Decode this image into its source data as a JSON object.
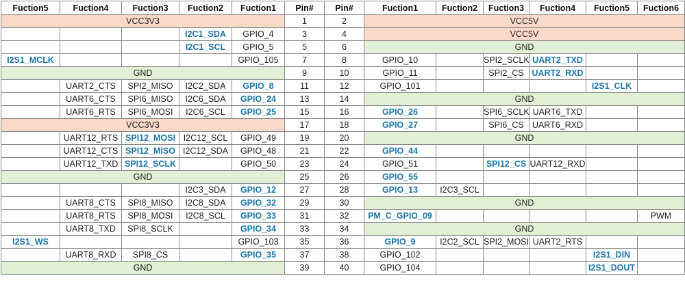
{
  "headers": [
    "Fuction5",
    "Fuction4",
    "Fuction3",
    "Fuction2",
    "Fuction1",
    "Pin#",
    "Pin#",
    "Fuction1",
    "Fuction2",
    "Fuction3",
    "Fuction4",
    "Fuction5",
    "Fuction6"
  ],
  "colors": {
    "power": "#fbd9c9",
    "ground": "#e2f1d6",
    "highlight": "#1f77a8"
  },
  "rows": [
    {
      "left": [
        {
          "text": "VCC3V3",
          "span": 5,
          "kind": "pwr"
        }
      ],
      "pins": [
        "1",
        "2"
      ],
      "right": [
        {
          "text": "VCC5V",
          "span": 6,
          "kind": "pwr"
        }
      ]
    },
    {
      "left": [
        {
          "text": ""
        },
        {
          "text": ""
        },
        {
          "text": ""
        },
        {
          "text": "I2C1_SDA",
          "hl": true
        },
        {
          "text": "GPIO_4"
        }
      ],
      "pins": [
        "3",
        "4"
      ],
      "right": [
        {
          "text": "VCC5V",
          "span": 6,
          "kind": "pwr"
        }
      ]
    },
    {
      "left": [
        {
          "text": ""
        },
        {
          "text": ""
        },
        {
          "text": ""
        },
        {
          "text": "I2C1_SCL",
          "hl": true
        },
        {
          "text": "GPIO_5"
        }
      ],
      "pins": [
        "5",
        "6"
      ],
      "right": [
        {
          "text": "GND",
          "span": 6,
          "kind": "gnd"
        }
      ]
    },
    {
      "left": [
        {
          "text": "I2S1_MCLK",
          "hl": true
        },
        {
          "text": ""
        },
        {
          "text": ""
        },
        {
          "text": ""
        },
        {
          "text": "GPIO_105"
        }
      ],
      "pins": [
        "7",
        "8"
      ],
      "right": [
        {
          "text": "GPIO_10"
        },
        {
          "text": ""
        },
        {
          "text": "SPI2_SCLK"
        },
        {
          "text": "UART2_TXD",
          "hl": true
        },
        {
          "text": ""
        },
        {
          "text": ""
        }
      ]
    },
    {
      "left": [
        {
          "text": "GND",
          "span": 5,
          "kind": "gnd"
        }
      ],
      "pins": [
        "9",
        "10"
      ],
      "right": [
        {
          "text": "GPIO_11"
        },
        {
          "text": ""
        },
        {
          "text": "SPI2_CS"
        },
        {
          "text": "UART2_RXD",
          "hl": true
        },
        {
          "text": ""
        },
        {
          "text": ""
        }
      ]
    },
    {
      "left": [
        {
          "text": ""
        },
        {
          "text": "UART2_CTS"
        },
        {
          "text": "SPI2_MISO"
        },
        {
          "text": "I2C2_SDA"
        },
        {
          "text": "GPIO_8",
          "hl": true
        }
      ],
      "pins": [
        "11",
        "12"
      ],
      "right": [
        {
          "text": "GPIO_101"
        },
        {
          "text": ""
        },
        {
          "text": ""
        },
        {
          "text": ""
        },
        {
          "text": "I2S1_CLK",
          "hl": true
        },
        {
          "text": ""
        }
      ]
    },
    {
      "left": [
        {
          "text": ""
        },
        {
          "text": "UART6_CTS"
        },
        {
          "text": "SPI6_MISO"
        },
        {
          "text": "I2C6_SDA"
        },
        {
          "text": "GPIO_24",
          "hl": true
        }
      ],
      "pins": [
        "13",
        "14"
      ],
      "right": [
        {
          "text": "GND",
          "span": 6,
          "kind": "gnd"
        }
      ]
    },
    {
      "left": [
        {
          "text": ""
        },
        {
          "text": "UART6_RTS"
        },
        {
          "text": "SPI6_MOSI"
        },
        {
          "text": "I2C6_SCL"
        },
        {
          "text": "GPIO_25",
          "hl": true
        }
      ],
      "pins": [
        "15",
        "16"
      ],
      "right": [
        {
          "text": "GPIO_26",
          "hl": true
        },
        {
          "text": ""
        },
        {
          "text": "SPI6_SCLK"
        },
        {
          "text": "UART6_TXD"
        },
        {
          "text": ""
        },
        {
          "text": ""
        }
      ]
    },
    {
      "left": [
        {
          "text": "VCC3V3",
          "span": 5,
          "kind": "pwr"
        }
      ],
      "pins": [
        "17",
        "18"
      ],
      "right": [
        {
          "text": "GPIO_27",
          "hl": true
        },
        {
          "text": ""
        },
        {
          "text": "SPI6_CS"
        },
        {
          "text": "UART6_RXD"
        },
        {
          "text": ""
        },
        {
          "text": ""
        }
      ]
    },
    {
      "left": [
        {
          "text": ""
        },
        {
          "text": "UART12_RTS"
        },
        {
          "text": "SPI12_MOSI",
          "hl": true
        },
        {
          "text": "I2C12_SCL"
        },
        {
          "text": "GPIO_49"
        }
      ],
      "pins": [
        "19",
        "20"
      ],
      "right": [
        {
          "text": "GND",
          "span": 6,
          "kind": "gnd"
        }
      ]
    },
    {
      "left": [
        {
          "text": ""
        },
        {
          "text": "UART12_CTS"
        },
        {
          "text": "SPI12_MISO",
          "hl": true
        },
        {
          "text": "I2C12_SDA"
        },
        {
          "text": "GPIO_48"
        }
      ],
      "pins": [
        "21",
        "22"
      ],
      "right": [
        {
          "text": "GPIO_44",
          "hl": true
        },
        {
          "text": ""
        },
        {
          "text": ""
        },
        {
          "text": ""
        },
        {
          "text": ""
        },
        {
          "text": ""
        }
      ]
    },
    {
      "left": [
        {
          "text": ""
        },
        {
          "text": "UART12_TXD"
        },
        {
          "text": "SPI12_SCLK",
          "hl": true
        },
        {
          "text": ""
        },
        {
          "text": "GPIO_50"
        }
      ],
      "pins": [
        "23",
        "24"
      ],
      "right": [
        {
          "text": "GPIO_51"
        },
        {
          "text": ""
        },
        {
          "text": "SPI12_CS",
          "hl": true
        },
        {
          "text": "UART12_RXD"
        },
        {
          "text": ""
        },
        {
          "text": ""
        }
      ]
    },
    {
      "left": [
        {
          "text": "GND",
          "span": 5,
          "kind": "gnd"
        }
      ],
      "pins": [
        "25",
        "26"
      ],
      "right": [
        {
          "text": "GPIO_55",
          "hl": true
        },
        {
          "text": ""
        },
        {
          "text": ""
        },
        {
          "text": ""
        },
        {
          "text": ""
        },
        {
          "text": ""
        }
      ]
    },
    {
      "left": [
        {
          "text": ""
        },
        {
          "text": ""
        },
        {
          "text": ""
        },
        {
          "text": "I2C3_SDA"
        },
        {
          "text": "GPIO_12",
          "hl": true
        }
      ],
      "pins": [
        "27",
        "28"
      ],
      "right": [
        {
          "text": "GPIO_13",
          "hl": true
        },
        {
          "text": "I2C3_SCL"
        },
        {
          "text": ""
        },
        {
          "text": ""
        },
        {
          "text": ""
        },
        {
          "text": ""
        }
      ]
    },
    {
      "left": [
        {
          "text": ""
        },
        {
          "text": "UART8_CTS"
        },
        {
          "text": "SPI8_MISO"
        },
        {
          "text": "I2C8_SDA"
        },
        {
          "text": "GPIO_32",
          "hl": true
        }
      ],
      "pins": [
        "29",
        "30"
      ],
      "right": [
        {
          "text": "GND",
          "span": 6,
          "kind": "gnd"
        }
      ]
    },
    {
      "left": [
        {
          "text": ""
        },
        {
          "text": "UART8_RTS"
        },
        {
          "text": "SPI8_MOSI"
        },
        {
          "text": "I2C8_SCL"
        },
        {
          "text": "GPIO_33",
          "hl": true
        }
      ],
      "pins": [
        "31",
        "32"
      ],
      "right": [
        {
          "text": "PM_C_GPIO_09",
          "hl": true
        },
        {
          "text": ""
        },
        {
          "text": ""
        },
        {
          "text": ""
        },
        {
          "text": ""
        },
        {
          "text": "PWM"
        }
      ]
    },
    {
      "left": [
        {
          "text": ""
        },
        {
          "text": "UART8_TXD"
        },
        {
          "text": "SPI8_SCLK"
        },
        {
          "text": ""
        },
        {
          "text": "GPIO_34",
          "hl": true
        }
      ],
      "pins": [
        "33",
        "34"
      ],
      "right": [
        {
          "text": "GND",
          "span": 6,
          "kind": "gnd"
        }
      ]
    },
    {
      "left": [
        {
          "text": "I2S1_WS",
          "hl": true
        },
        {
          "text": ""
        },
        {
          "text": ""
        },
        {
          "text": ""
        },
        {
          "text": "GPIO_103"
        }
      ],
      "pins": [
        "35",
        "36"
      ],
      "right": [
        {
          "text": "GPIO_9",
          "hl": true
        },
        {
          "text": "I2C2_SCL"
        },
        {
          "text": "SPI2_MOSI"
        },
        {
          "text": "UART2_RTS"
        },
        {
          "text": ""
        },
        {
          "text": ""
        }
      ]
    },
    {
      "left": [
        {
          "text": ""
        },
        {
          "text": "UART8_RXD"
        },
        {
          "text": "SPI8_CS"
        },
        {
          "text": ""
        },
        {
          "text": "GPIO_35",
          "hl": true
        }
      ],
      "pins": [
        "37",
        "38"
      ],
      "right": [
        {
          "text": "GPIO_102"
        },
        {
          "text": ""
        },
        {
          "text": ""
        },
        {
          "text": ""
        },
        {
          "text": "I2S1_DIN",
          "hl": true
        },
        {
          "text": ""
        }
      ]
    },
    {
      "left": [
        {
          "text": "GND",
          "span": 5,
          "kind": "gnd"
        }
      ],
      "pins": [
        "39",
        "40"
      ],
      "right": [
        {
          "text": "GPIO_104"
        },
        {
          "text": ""
        },
        {
          "text": ""
        },
        {
          "text": ""
        },
        {
          "text": "I2S1_DOUT",
          "hl": true
        },
        {
          "text": ""
        }
      ]
    }
  ]
}
